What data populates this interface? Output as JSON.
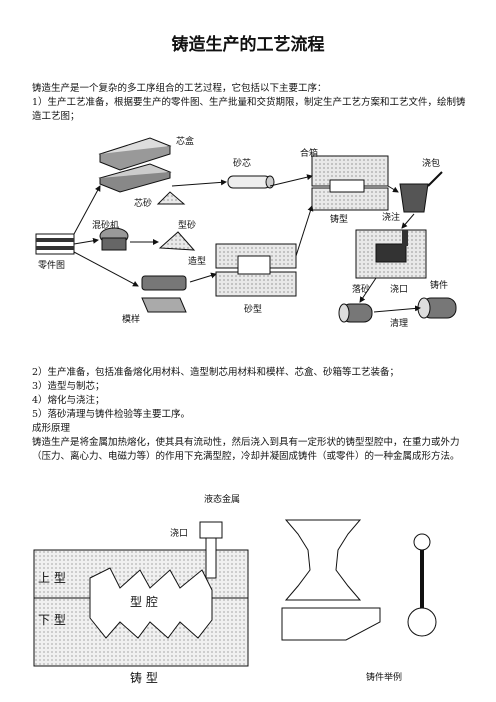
{
  "title": "铸造生产的工艺流程",
  "intro": {
    "line1": "铸造生产是一个复杂的多工序组合的工艺过程，它包括以下主要工序：",
    "line2": "1）生产工艺准备，根据要生产的零件图、生产批量和交货期限，制定生产工艺方案和工艺文件，绘制铸造工艺图；"
  },
  "figure1": {
    "labels": {
      "core_box": "芯盒",
      "core": "砂芯",
      "core_sand": "芯砂",
      "mixer": "混砂机",
      "mold_sand": "型砂",
      "part_drawing": "零件图",
      "pattern": "模样",
      "close_box": "合箱",
      "casting_mold": "铸型",
      "ladle": "浇包",
      "pouring": "浇注",
      "molding": "造型",
      "sand_mold": "砂型",
      "shakeout": "落砂",
      "gate": "浇口",
      "casting": "铸件",
      "cleaning": "清理"
    }
  },
  "list": {
    "item2": "2）生产准备，包括准备熔化用材料、造型制芯用材料和模样、芯盒、砂箱等工艺装备；",
    "item3": "3）造型与制芯；",
    "item4": "4）熔化与浇注；",
    "item5": "5）落砂清理与铸件检验等主要工序。",
    "heading": "成形原理",
    "principle": "铸造生产是将金属加热熔化，使其具有流动性，然后浇入到具有一定形状的铸型型腔中，在重力或外力（压力、离心力、电磁力等）的作用下充满型腔，冷却并凝固成铸件（或零件）的一种金属成形方法。"
  },
  "figure2": {
    "labels": {
      "liquid_metal": "液态金属",
      "gate": "浇口",
      "upper_mold": "上 型",
      "cavity": "型 腔",
      "lower_mold": "下 型",
      "mold": "铸 型",
      "examples": "铸件举例"
    }
  }
}
